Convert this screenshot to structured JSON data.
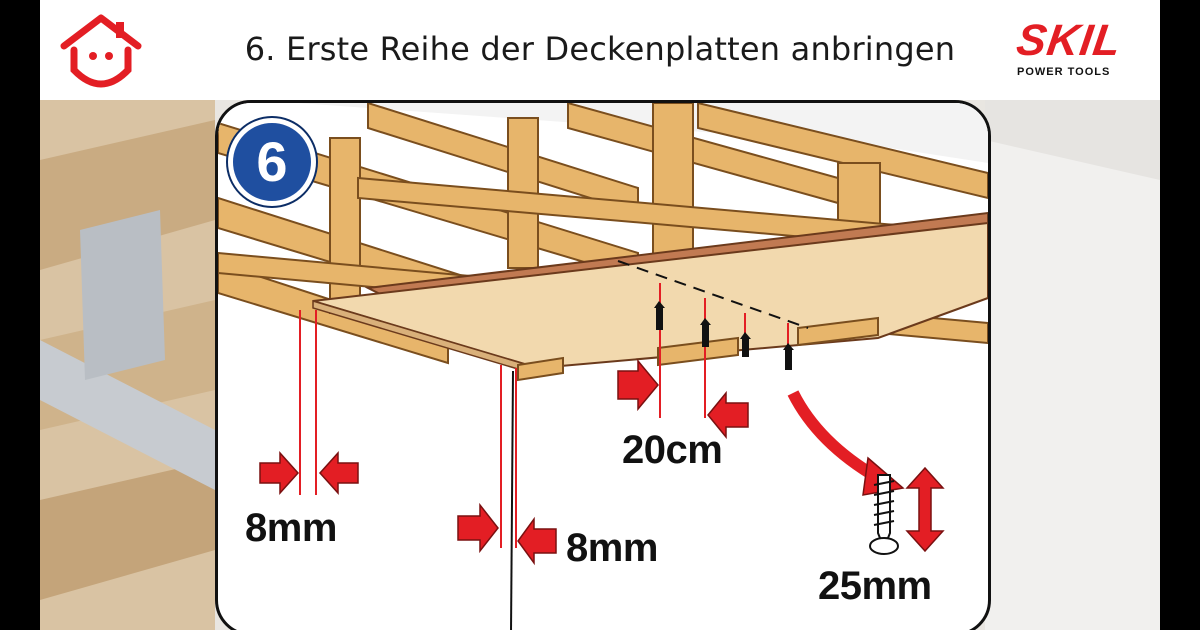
{
  "header": {
    "title": "6. Erste Reihe der Deckenplatten anbringen"
  },
  "logo": {
    "brand": "SKIL",
    "tagline": "POWER TOOLS",
    "brand_color": "#e31e24"
  },
  "step": {
    "number": "6",
    "badge_color": "#1f4fa0"
  },
  "measurements": {
    "gap_left": "8mm",
    "gap_right": "8mm",
    "screw_spacing": "20cm",
    "screw_length": "25mm"
  },
  "colors": {
    "arrow": "#e31e24",
    "wood": "#e7b56b",
    "board": "#f2d9ae"
  },
  "icons": [
    "house-smile-icon",
    "screw-icon",
    "arrow-icon",
    "double-arrow-icon"
  ]
}
